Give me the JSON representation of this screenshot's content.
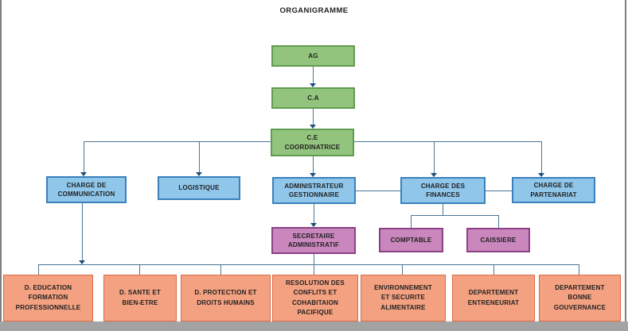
{
  "page": {
    "title": "ORGANIGRAMME"
  },
  "colors": {
    "green_fill": "#93c47d",
    "green_border": "#5e9c50",
    "blue_fill": "#8fc6ea",
    "blue_border": "#3a81bd",
    "purple_fill": "#c987bd",
    "purple_border": "#8c4184",
    "orange_fill": "#f3a180",
    "orange_border": "#dd6a44",
    "connector": "#4a7696",
    "arrow": "#1f4e79",
    "text": "#1f1f1f",
    "page_edge": "#7f7f7f",
    "page_bottom": "#a3a3a3"
  },
  "nodes": {
    "ag": "AG",
    "ca": "C.A",
    "ce": "C.E\nCOORDINATRICE",
    "communication": "CHARGE DE\nCOMMUNICATION",
    "logistique": "LOGISTIQUE",
    "administrateur": "ADMINISTRATEUR\nGESTIONNAIRE",
    "finances": "CHARGE DES\nFINANCES",
    "partenariat": "CHARGE DE\nPARTENARIAT",
    "secretaire": "SECRETAIRE\nADMINISTRATIF",
    "comptable": "COMPTABLE",
    "caissiere": "CAISSIERE",
    "education": "D. EDUCATION\nFORMATION\nPROFESSIONNELLE",
    "sante": "D. SANTE ET\nBIEN-ETRE",
    "protection": "D. PROTECTION ET\nDROITS HUMAINS",
    "resolution": "RESOLUTION DES\nCONFLITS ET\nCOHABITAION\nPACIFIQUE",
    "environnement": "ENVIRONNEMENT\nET SECURITE\nALIMENTAIRE",
    "entreneuriat": "DEPARTEMENT\nENTRENEURIAT",
    "gouvernance": "DEPARTEMENT\nBONNE\nGOUVERNANCE"
  }
}
